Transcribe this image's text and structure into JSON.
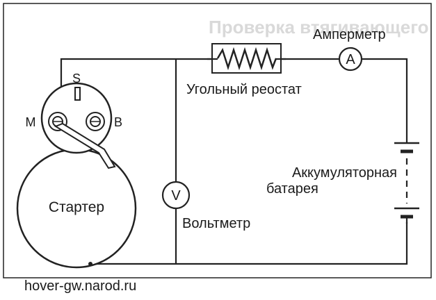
{
  "diagram": {
    "labels": {
      "ammeter": "Амперметр",
      "ammeter_symbol": "A",
      "rheostat": "Угольный реостат",
      "voltmeter": "Вольтметр",
      "voltmeter_symbol": "V",
      "battery_line1": "Аккумуляторная",
      "battery_line2": "батарея",
      "starter": "Стартер",
      "terminal_s": "S",
      "terminal_m": "M",
      "terminal_b": "B"
    },
    "background_text": {
      "line1": "Проверка втягивающего"
    },
    "watermark": "hover-gw.narod.ru"
  }
}
